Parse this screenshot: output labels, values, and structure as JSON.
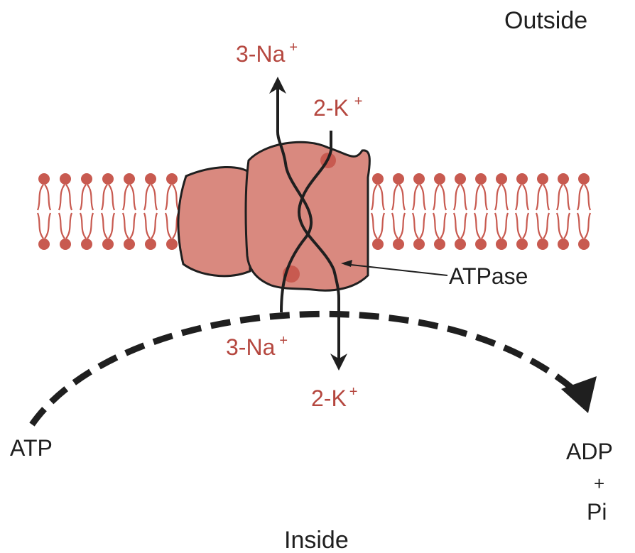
{
  "labels": {
    "outside": "Outside",
    "inside": "Inside",
    "na_out": "3-Na",
    "k_out": "2-K",
    "na_in": "3-Na",
    "k_in": "2-K",
    "plus_sup": "+",
    "enzyme": "ATPase",
    "atp": "ATP",
    "adp": "ADP",
    "plus": "+",
    "pi": "Pi"
  },
  "colors": {
    "ion_text": "#b5473f",
    "pump_fill": "#d9897f",
    "lipid": "#c85a50",
    "ink": "#1f1f1f"
  }
}
